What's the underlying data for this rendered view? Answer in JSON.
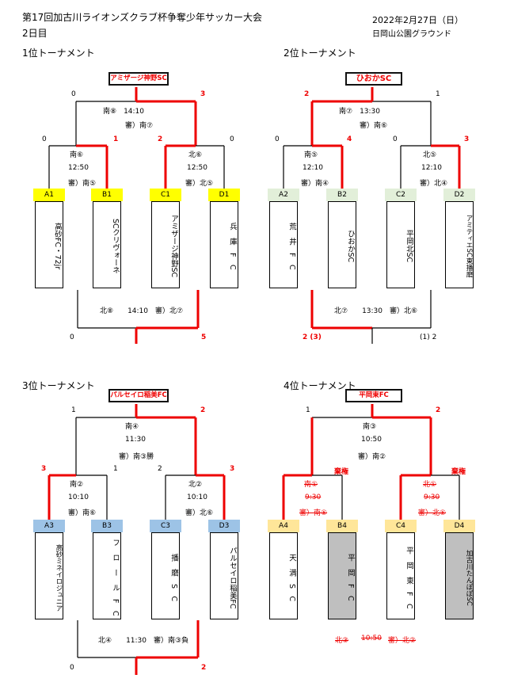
{
  "header": {
    "title": "第17回加古川ライオンズクラブ杯争奪少年サッカー大会",
    "day": "2日目",
    "date": "2022年2月27日（日）",
    "venue": "日岡山公園グラウンド"
  },
  "t1": {
    "title": "1位トーナメント",
    "champion": "アミザージ神野SC",
    "final": {
      "label": "南⑧　14:10",
      "ref": "審）南⑦",
      "left": "0",
      "right": "3"
    },
    "sf1": {
      "label": "南⑥",
      "time": "12:50",
      "ref": "審）南⑤",
      "left": "0",
      "right": "1"
    },
    "sf2": {
      "label": "北⑥",
      "time": "12:50",
      "ref": "審）北⑤",
      "left": "2",
      "right": "0"
    },
    "third": {
      "label": "北⑧　　14:10　審）北⑦",
      "left": "0",
      "right": "5"
    },
    "teams": [
      {
        "code": "A1",
        "name": "高砂FC・72jr"
      },
      {
        "code": "B1",
        "name": "SCクリヴォーネ"
      },
      {
        "code": "C1",
        "name": "アミザージ神野SC"
      },
      {
        "code": "D1",
        "name": "兵　庫　F　C"
      }
    ]
  },
  "t2": {
    "title": "2位トーナメント",
    "champion": "ひおかSC",
    "final": {
      "label": "南⑦　13:30",
      "ref": "審）南⑥",
      "left": "2",
      "right": "1"
    },
    "sf1": {
      "label": "南⑤",
      "time": "12:10",
      "ref": "審）南④",
      "left": "0",
      "right": "4"
    },
    "sf2": {
      "label": "北⑤",
      "time": "12:10",
      "ref": "審）北④",
      "left": "0",
      "right": "3"
    },
    "third": {
      "label": "北⑦　　13:30　審）北⑥",
      "left": "2 (3)",
      "right": "(1) 2"
    },
    "teams": [
      {
        "code": "A2",
        "name": "荒　井　F　C"
      },
      {
        "code": "B2",
        "name": "ひおかSC"
      },
      {
        "code": "C2",
        "name": "平岡北SC"
      },
      {
        "code": "D2",
        "name": "アミティエSC東播磨"
      }
    ]
  },
  "t3": {
    "title": "3位トーナメント",
    "champion": "パルセイロ稲美FC",
    "final": {
      "label": "南④",
      "time": "11:30",
      "ref": "審）南③勝",
      "left": "1",
      "right": "2"
    },
    "sf1": {
      "label": "南②",
      "time": "10:10",
      "ref": "審）南⑥",
      "left": "3",
      "right": "1"
    },
    "sf2": {
      "label": "北②",
      "time": "10:10",
      "ref": "審）北⑥",
      "left": "2",
      "right": "3"
    },
    "third": {
      "label": "北④　　11:30　審）南③負",
      "left": "0",
      "right": "2"
    },
    "teams": [
      {
        "code": "A3",
        "name": "高砂ミネイロジュニア"
      },
      {
        "code": "B3",
        "name": "フ　ロ　ー　ル　F　C"
      },
      {
        "code": "C3",
        "name": "播　磨　S　C"
      },
      {
        "code": "D3",
        "name": "パルセイロ稲美FC"
      }
    ]
  },
  "t4": {
    "title": "4位トーナメント",
    "champion": "平岡東FC",
    "final": {
      "label": "南③",
      "time": "10:50",
      "ref": "審）南②",
      "left": "1",
      "right": "2"
    },
    "sf1": {
      "label": "南①",
      "time": "9:30",
      "ref": "審）南⑤",
      "forfeit": "棄権"
    },
    "sf2": {
      "label": "北①",
      "time": "9:30",
      "ref": "審）北⑤",
      "forfeit": "棄権"
    },
    "third": {
      "label1": "北③",
      "label2": "10:50",
      "label3": "審）北②"
    },
    "teams": [
      {
        "code": "A4",
        "name": "天　満　S　C"
      },
      {
        "code": "B4",
        "name": "平　岡　F　C"
      },
      {
        "code": "C4",
        "name": "平　岡　東　F　C"
      },
      {
        "code": "D4",
        "name": "加古川たんぽぽSC"
      }
    ]
  }
}
